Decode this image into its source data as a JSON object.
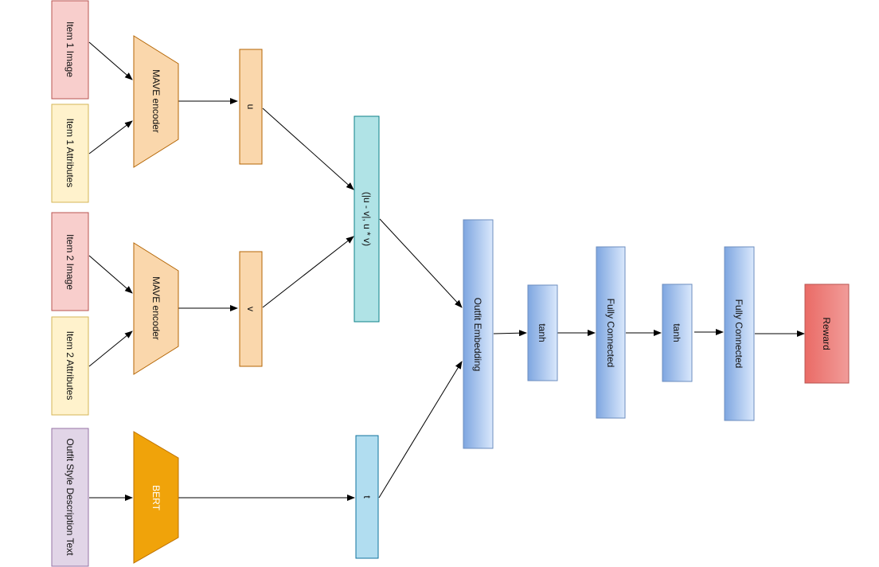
{
  "nodes": {
    "item1_image": "Item 1 Image",
    "item1_attributes": "Item 1 Attributes",
    "item2_image": "Item 2 Image",
    "item2_attributes": "Item 2 Attributes",
    "outfit_text": "Outfit Style Description Text",
    "mave_encoder_1": "MAVE encoder",
    "mave_encoder_2": "MAVE encoder",
    "bert": "BERT",
    "u": "u",
    "v": "v",
    "t": "t",
    "combine": "(|u - v|, u * v)",
    "outfit_embedding": "Outfit Embedding",
    "tanh_1": "tanh",
    "fc_1": "Fully Connected",
    "tanh_2": "tanh",
    "fc_2": "Fully Connected",
    "reward": "Reward"
  },
  "colors": {
    "image_box": "#f8cecc",
    "image_stroke": "#b85450",
    "attr_box": "#fff2cc",
    "attr_stroke": "#d6b656",
    "text_box": "#e1d5e7",
    "text_stroke": "#9673a6",
    "encoder": "#fad7ac",
    "encoder_stroke": "#b46504",
    "bert": "#f0a30a",
    "bert_stroke": "#bd7000",
    "combine": "#b0e3e6",
    "combine_stroke": "#0e8088",
    "t_box": "#b1ddf0",
    "t_stroke": "#10739e",
    "blue_light": "#dae8fc",
    "blue_dark": "#7ea6e0",
    "blue_stroke": "#6c8ebf",
    "reward_light": "#f19c99",
    "reward_dark": "#ea6b66",
    "reward_stroke": "#b85450"
  }
}
